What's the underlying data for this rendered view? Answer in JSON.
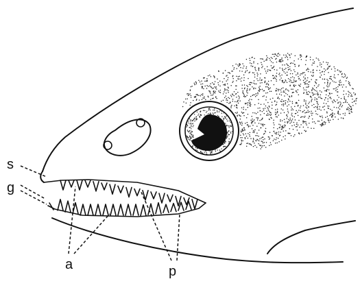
{
  "labels": {
    "s": "s",
    "g": "g",
    "a": "a",
    "p": "p"
  },
  "colors": {
    "ink": "#111111",
    "background": "#ffffff"
  }
}
